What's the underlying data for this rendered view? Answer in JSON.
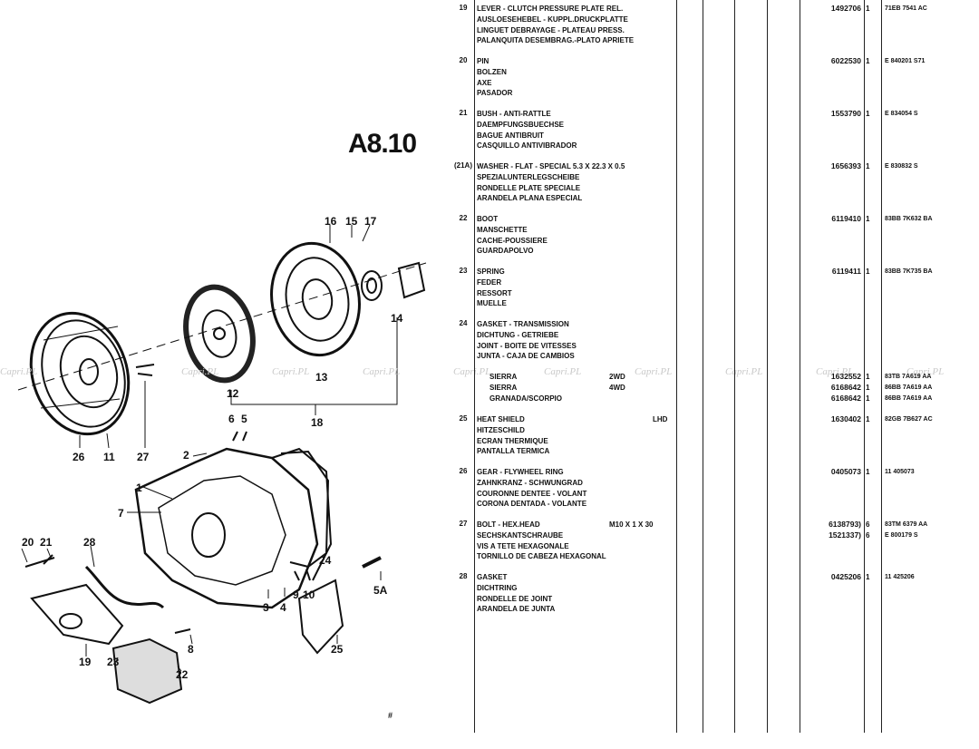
{
  "plate_title": "A8.10",
  "footmark": "#",
  "watermark": "Capri.PL",
  "callouts": [
    "16",
    "15",
    "17",
    "14",
    "12",
    "13",
    "18",
    "26",
    "11",
    "27",
    "6",
    "5",
    "2",
    "1",
    "7",
    "3",
    "4",
    "9",
    "10",
    "24",
    "5A",
    "20",
    "21",
    "28",
    "8",
    "19",
    "23",
    "22",
    "25"
  ],
  "rows": [
    {
      "ref": "19",
      "lines": [
        "LEVER - CLUTCH PRESSURE PLATE REL.",
        "AUSLOESEHEBEL - KUPPL.DRUCKPLATTE",
        "LINGUET DEBRAYAGE - PLATEAU PRESS.",
        "PALANQUITA DESEMBRAG.-PLATO APRIETE"
      ],
      "part_no": "1492706",
      "qty": "1",
      "ford_no": "71EB 7541 AC"
    },
    {
      "ref": "20",
      "lines": [
        "PIN",
        "BOLZEN",
        "AXE",
        "PASADOR"
      ],
      "part_no": "6022530",
      "qty": "1",
      "ford_no": "E 840201 S71"
    },
    {
      "ref": "21",
      "lines": [
        "BUSH - ANTI-RATTLE",
        "DAEMPFUNGSBUECHSE",
        "BAGUE ANTIBRUIT",
        "CASQUILLO ANTIVIBRADOR"
      ],
      "part_no": "1553790",
      "qty": "1",
      "ford_no": "E 834054 S"
    },
    {
      "ref": "(21A)",
      "lines": [
        "WASHER - FLAT - SPECIAL 5.3 X 22.3 X 0.5",
        "SPEZIALUNTERLEGSCHEIBE",
        "RONDELLE PLATE SPECIALE",
        "ARANDELA PLANA ESPECIAL"
      ],
      "part_no": "1656393",
      "qty": "1",
      "ford_no": "E 830832 S"
    },
    {
      "ref": "22",
      "lines": [
        "BOOT",
        "MANSCHETTE",
        "CACHE-POUSSIERE",
        "GUARDAPOLVO"
      ],
      "part_no": "6119410",
      "qty": "1",
      "ford_no": "83BB 7K632 BA"
    },
    {
      "ref": "23",
      "lines": [
        "SPRING",
        "FEDER",
        "RESSORT",
        "MUELLE"
      ],
      "part_no": "6119411",
      "qty": "1",
      "ford_no": "83BB 7K735 BA"
    },
    {
      "ref": "24",
      "lines": [
        "GASKET - TRANSMISSION",
        "DICHTUNG - GETRIEBE",
        "JOINT - BOITE DE VITESSES",
        "JUNTA - CAJA DE CAMBIOS"
      ],
      "part_no": "",
      "qty": "",
      "ford_no": ""
    },
    {
      "ref": "25",
      "lines": [
        "HEAT SHIELD",
        "HITZESCHILD",
        "ECRAN THERMIQUE",
        "PANTALLA TERMICA"
      ],
      "spec": "LHD",
      "part_no": "1630402",
      "qty": "1",
      "ford_no": "82GB 7B627 AC"
    },
    {
      "ref": "26",
      "lines": [
        "GEAR - FLYWHEEL RING",
        "ZAHNKRANZ - SCHWUNGRAD",
        "COURONNE DENTEE - VOLANT",
        "CORONA DENTADA - VOLANTE"
      ],
      "part_no": "0405073",
      "qty": "1",
      "ford_no": "11 405073"
    },
    {
      "ref": "27",
      "lines": [
        "BOLT - HEX.HEAD",
        "SECHSKANTSCHRAUBE",
        "VIS A TETE HEXAGONALE",
        "TORNILLO DE CABEZA HEXAGONAL"
      ],
      "spec": "M10 X 1 X 30",
      "part_no": "6138793)",
      "part_no2": "1521337)",
      "qty": "6",
      "qty2": "6",
      "ford_no": "83TM 6379 AA",
      "ford_no2": "E 800179 S"
    },
    {
      "ref": "28",
      "lines": [
        "GASKET",
        "DICHTRING",
        "RONDELLE DE JOINT",
        "ARANDELA DE JUNTA"
      ],
      "part_no": "0425206",
      "qty": "1",
      "ford_no": "11 425206"
    }
  ],
  "sub_rows": [
    {
      "label": "SIERRA",
      "drive": "2WD",
      "part_no": "1632552",
      "qty": "1",
      "ford_no": "83TB 7A619 AA"
    },
    {
      "label": "SIERRA",
      "drive": "4WD",
      "part_no": "6168642",
      "qty": "1",
      "ford_no": "86BB 7A619 AA"
    },
    {
      "label": "GRANADA/SCORPIO",
      "drive": "",
      "part_no": "6168642",
      "qty": "1",
      "ford_no": "86BB 7A619 AA"
    }
  ]
}
